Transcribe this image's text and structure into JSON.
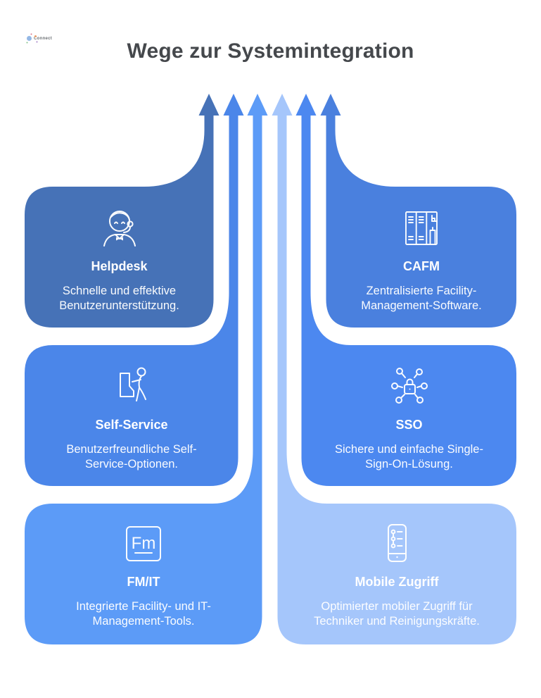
{
  "page": {
    "title": "Wege zur Systemintegration",
    "logo_text": "Connect",
    "background": "#ffffff",
    "title_color": "#45484c"
  },
  "cards": [
    {
      "id": "helpdesk",
      "title": "Helpdesk",
      "description_lines": [
        "Schnelle und effektive",
        "Benutzerunterstützung."
      ],
      "color": "#4672b7",
      "icon": "headset-agent-icon",
      "position": "row-1-left"
    },
    {
      "id": "cafm",
      "title": "CAFM",
      "description_lines": [
        "Zentralisierte Facility-",
        "Management-Software."
      ],
      "color": "#4a80de",
      "icon": "cabinets-floorplan-icon",
      "position": "row-1-right"
    },
    {
      "id": "self_service",
      "title": "Self-Service",
      "description_lines": [
        "Benutzerfreundliche Self-",
        "Service-Optionen."
      ],
      "color": "#4b86e9",
      "icon": "kiosk-user-icon",
      "position": "row-2-left"
    },
    {
      "id": "sso",
      "title": "SSO",
      "description_lines": [
        "Sichere und einfache Single-",
        "Sign-On-Lösung."
      ],
      "color": "#4c88f0",
      "icon": "lock-network-icon",
      "position": "row-2-right"
    },
    {
      "id": "fmit",
      "title": "FM/IT",
      "description_lines": [
        "Integrierte Facility- und IT-",
        "Management-Tools."
      ],
      "color": "#5c9bf7",
      "icon": "fm-app-icon",
      "icon_text": "Fm",
      "position": "row-3-left"
    },
    {
      "id": "mobile",
      "title": "Mobile Zugriff",
      "description_lines": [
        "Optimierter mobiler Zugriff für",
        "Techniker und Reinigungskräfte."
      ],
      "color": "#a5c6fb",
      "icon": "smartphone-checklist-icon",
      "position": "row-3-right"
    }
  ]
}
